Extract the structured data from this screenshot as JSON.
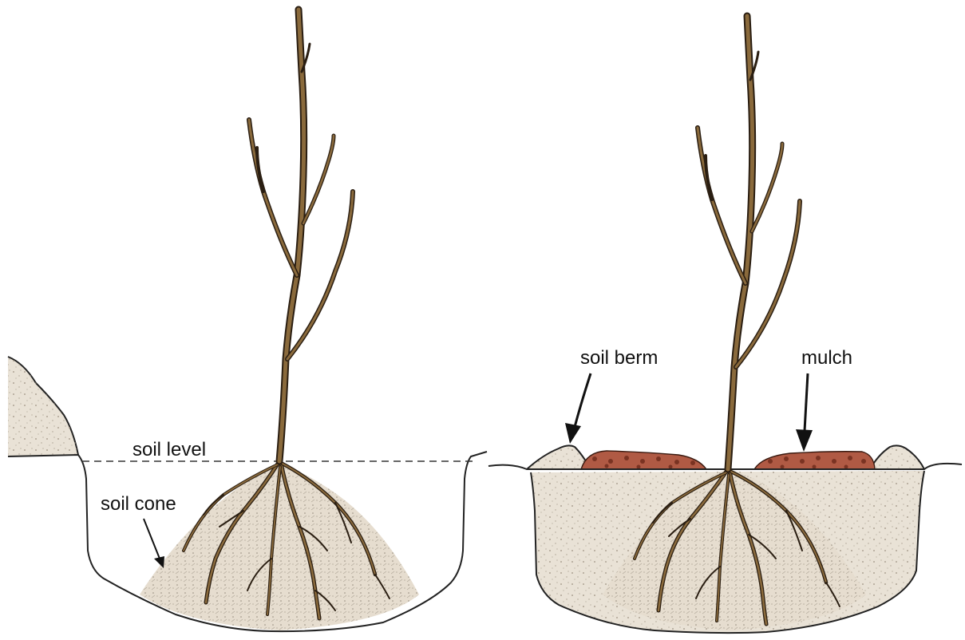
{
  "labels": {
    "soil_level": "soil level",
    "soil_cone": "soil cone",
    "soil_berm": "soil berm",
    "mulch": "mulch"
  },
  "colors": {
    "soil": "#e9e2d6",
    "soil_cone": "#e6ddcf",
    "trunk": "#8a6a3c",
    "trunk_outline": "#2a1e12",
    "mulch": "#b05a44",
    "outline": "#222222"
  }
}
